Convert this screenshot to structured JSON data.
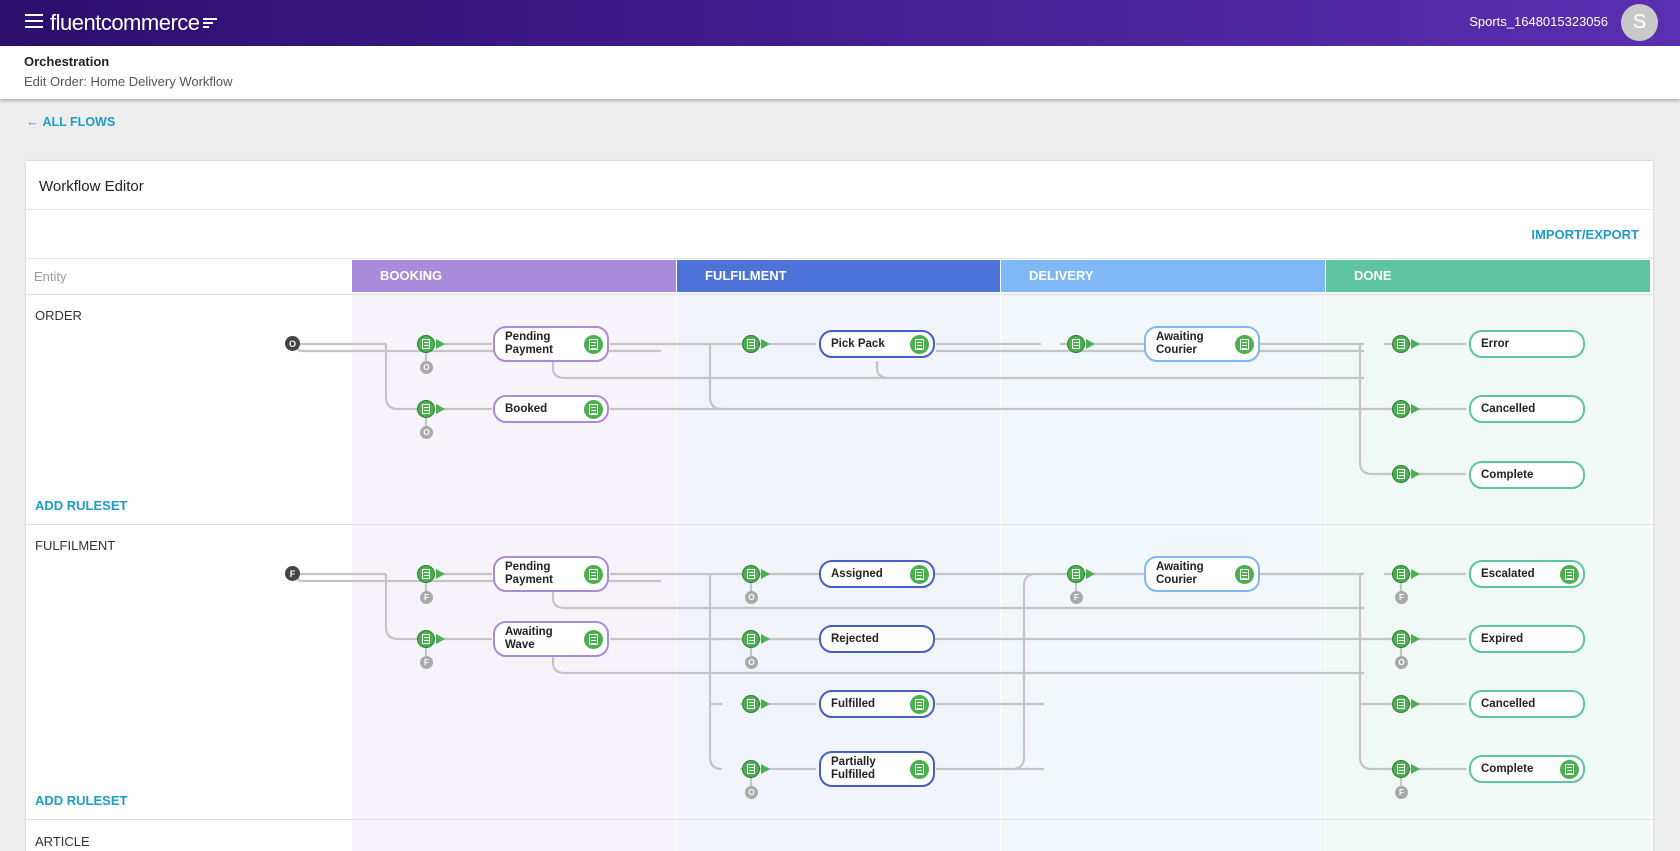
{
  "topbar": {
    "brand": "fluentcommerce",
    "username": "Sports_1648015323056",
    "avatar_initial": "S"
  },
  "subheader": {
    "section": "Orchestration",
    "page": "Edit Order: Home Delivery Workflow"
  },
  "nav": {
    "back_label": "ALL FLOWS"
  },
  "editor": {
    "title": "Workflow Editor",
    "import_export": "IMPORT/EXPORT",
    "entity_header": "Entity",
    "columns": [
      {
        "label": "BOOKING",
        "color": "#a98bdc",
        "bg": "#f7f3fb",
        "border": "#a98bdc"
      },
      {
        "label": "FULFILMENT",
        "color": "#4d72d8",
        "bg": "#f1f4fb",
        "border": "#4560c4"
      },
      {
        "label": "DELIVERY",
        "color": "#7fb8f5",
        "bg": "#f2f7fc",
        "border": "#7fb8f5"
      },
      {
        "label": "DONE",
        "color": "#5ec4a1",
        "bg": "#f1f9f7",
        "border": "#5ec4a1"
      }
    ],
    "add_ruleset": "ADD RULESET",
    "entities": [
      {
        "name": "ORDER",
        "start": "O"
      },
      {
        "name": "FULFILMENT",
        "start": "F"
      },
      {
        "name": "ARTICLE"
      }
    ],
    "order_statuses": {
      "pending_payment": "Pending Payment",
      "booked": "Booked",
      "pick_pack": "Pick Pack",
      "awaiting_courier": "Awaiting Courier",
      "error": "Error",
      "cancelled": "Cancelled",
      "complete": "Complete"
    },
    "fulfilment_statuses": {
      "pending_payment": "Pending Payment",
      "awaiting_wave": "Awaiting Wave",
      "assigned": "Assigned",
      "rejected": "Rejected",
      "fulfilled": "Fulfilled",
      "partially_fulfilled": "Partially Fulfilled",
      "awaiting_courier": "Awaiting Courier",
      "escalated": "Escalated",
      "expired": "Expired",
      "cancelled": "Cancelled",
      "complete": "Complete"
    },
    "mini_marks": {
      "order": "O",
      "fulfilment": "F"
    }
  }
}
